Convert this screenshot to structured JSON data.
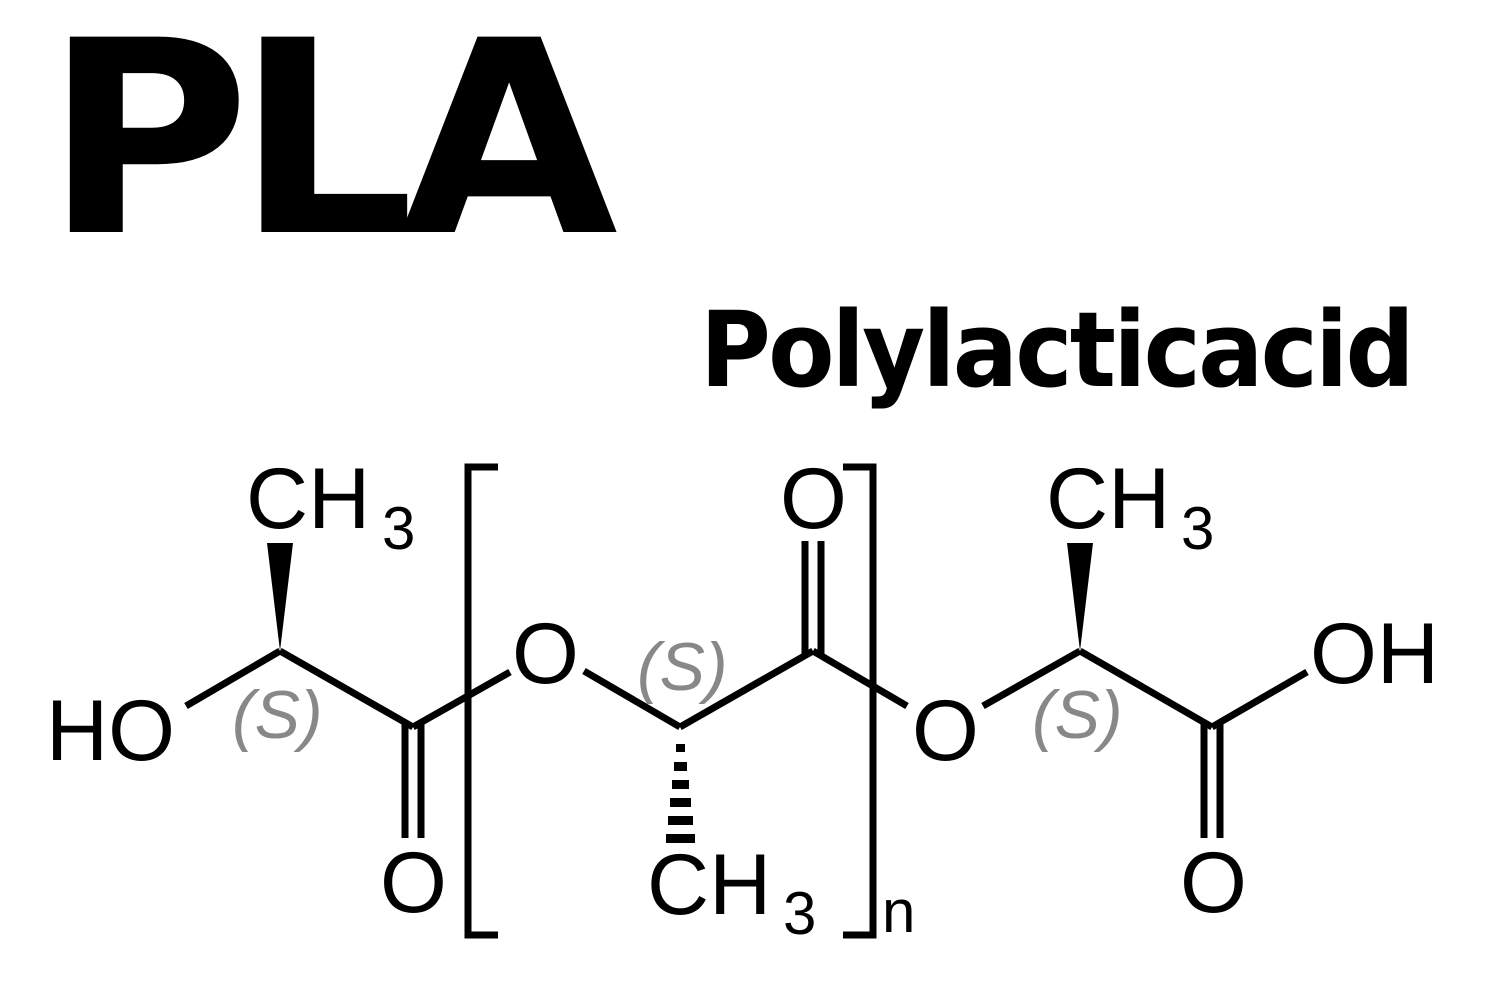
{
  "header": {
    "title": "PLA",
    "subtitle": "Polylacticacid"
  },
  "structure": {
    "groups": {
      "left_hydroxyl": "HO",
      "left_methyl_C": "CH",
      "left_methyl_sub": "3",
      "left_carbonyl_O": "O",
      "repeat_ester_O": "O",
      "repeat_carbonyl_O": "O",
      "repeat_methyl_C": "CH",
      "repeat_methyl_sub": "3",
      "right_ester_O": "O",
      "right_methyl_C": "CH",
      "right_methyl_sub": "3",
      "right_hydroxyl": "OH",
      "right_carbonyl_O": "O"
    },
    "stereo_labels": [
      "(S)",
      "(S)",
      "(S)"
    ],
    "repeat_subscript": "n",
    "colors": {
      "bond": "#000000",
      "stereo_label": "#888888"
    }
  }
}
